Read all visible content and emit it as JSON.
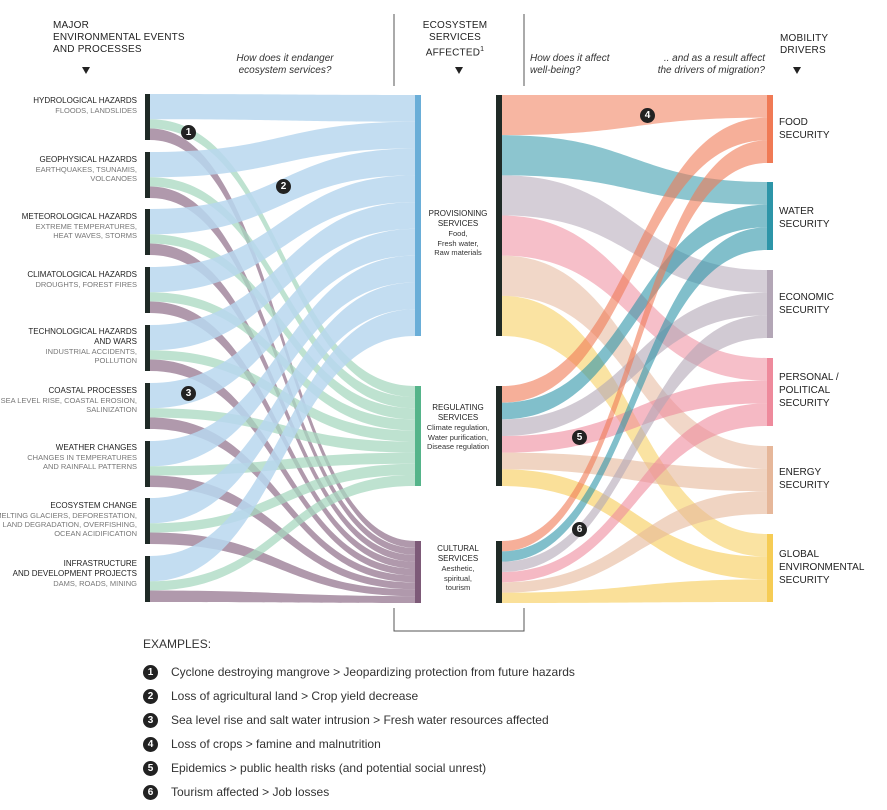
{
  "headers": {
    "events": "MAJOR\nENVIRONMENTAL EVENTS\nAND PROCESSES",
    "services": "ECOSYSTEM\nSERVICES\nAFFECTED",
    "services_sup": "1",
    "drivers": "MOBILITY\nDRIVERS"
  },
  "questions": {
    "endanger": "How does it endanger\necosystem services?",
    "wellbeing": "How does it affect\nwell-being?",
    "migration": ".. and as a result affect\nthe drivers of migration?"
  },
  "events": [
    {
      "title": "HYDROLOGICAL HAZARDS",
      "sub": "FLOODS, LANDSLIDES"
    },
    {
      "title": "GEOPHYSICAL HAZARDS",
      "sub": "EARTHQUAKES, TSUNAMIS,\nVOLCANOES"
    },
    {
      "title": "METEOROLOGICAL HAZARDS",
      "sub": "EXTREME TEMPERATURES,\nHEAT WAVES, STORMS"
    },
    {
      "title": "CLIMATOLOGICAL HAZARDS",
      "sub": "DROUGHTS, FOREST FIRES"
    },
    {
      "title": "TECHNOLOGICAL HAZARDS\nAND WARS",
      "sub": "INDUSTRIAL ACCIDENTS,\nPOLLUTION"
    },
    {
      "title": "COASTAL PROCESSES",
      "sub": "SEA LEVEL RISE, COASTAL EROSION,\nSALINIZATION"
    },
    {
      "title": "WEATHER CHANGES",
      "sub": "CHANGES IN TEMPERATURES\nAND RAINFALL PATTERNS"
    },
    {
      "title": "ECOSYSTEM CHANGE",
      "sub": "MELTING GLACIERS, DEFORESTATION,\nLAND DEGRADATION, OVERFISHING,\nOCEAN ACIDIFICATION"
    },
    {
      "title": "INFRASTRUCTURE\nAND DEVELOPMENT PROJECTS",
      "sub": "DAMS, ROADS, MINING"
    }
  ],
  "services": [
    {
      "title": "PROVISIONING\nSERVICES",
      "sub": "Food,\nFresh water,\nRaw materials"
    },
    {
      "title": "REGULATING\nSERVICES",
      "sub": "Climate regulation,\nWater purification,\nDisease regulation"
    },
    {
      "title": "CULTURAL\nSERVICES",
      "sub": "Aesthetic,\nspiritual,\ntourism"
    }
  ],
  "drivers": [
    {
      "label": "FOOD\nSECURITY",
      "color": "#f07a55"
    },
    {
      "label": "WATER\nSECURITY",
      "color": "#2d95a8"
    },
    {
      "label": "ECONOMIC\nSECURITY",
      "color": "#b3a6b6"
    },
    {
      "label": "PERSONAL /\nPOLITICAL\nSECURITY",
      "color": "#ee8a9c"
    },
    {
      "label": "ENERGY\nSECURITY",
      "color": "#e6b79a"
    },
    {
      "label": "GLOBAL\nENVIRONMENTAL\nSECURITY",
      "color": "#f6cc55"
    }
  ],
  "service_colors": {
    "provisioning": "#6aaed8",
    "regulating": "#55b48a",
    "cultural": "#7d5a78"
  },
  "flow_colors": {
    "provisioning": "#b9d7ee",
    "regulating": "#a8d8c0",
    "cultural": "#9c7f97"
  },
  "markers": [
    "1",
    "2",
    "3",
    "4",
    "5",
    "6"
  ],
  "examples_title": "EXAMPLES:",
  "examples": [
    {
      "num": "1",
      "text": "Cyclone destroying mangrove > Jeopardizing protection from future hazards"
    },
    {
      "num": "2",
      "text": "Loss of agricultural land > Crop yield decrease"
    },
    {
      "num": "3",
      "text": "Sea level rise and salt water intrusion > Fresh water resources affected"
    },
    {
      "num": "4",
      "text": "Loss of crops > famine and malnutrition"
    },
    {
      "num": "5",
      "text": "Epidemics > public health risks (and potential social unrest)"
    },
    {
      "num": "6",
      "text": "Tourism affected > Job losses"
    }
  ]
}
